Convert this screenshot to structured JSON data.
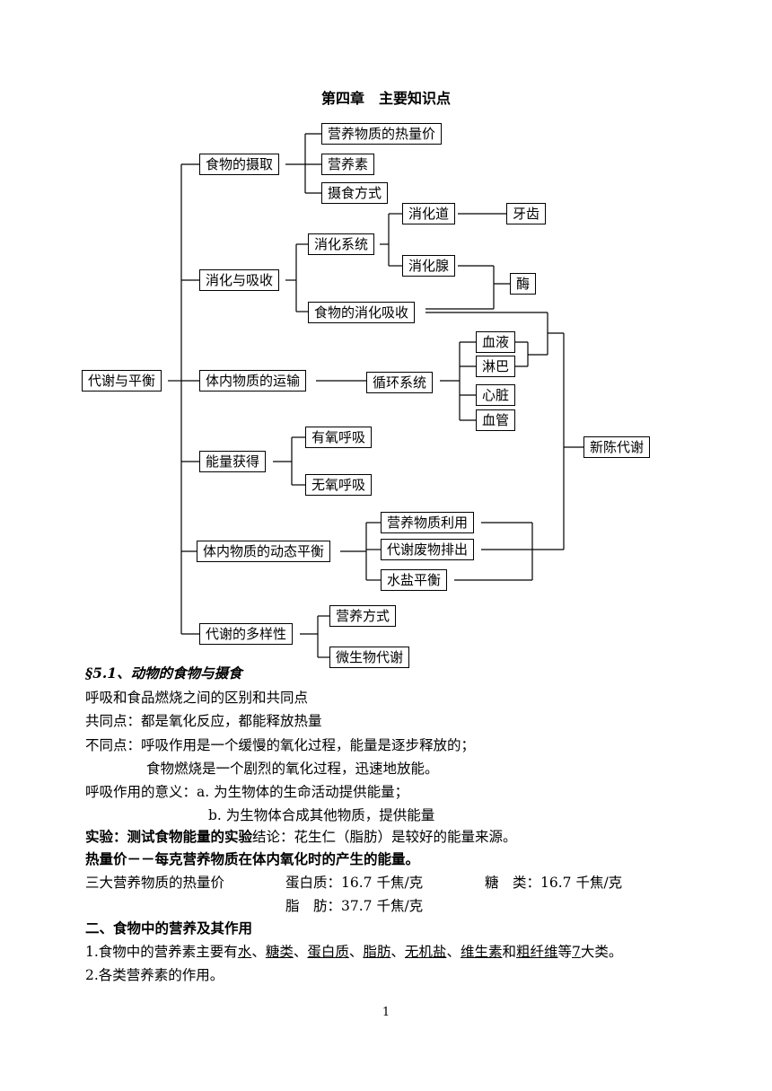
{
  "title": "第四章　主要知识点",
  "diagram": {
    "root": "代谢与平衡",
    "n_food": "食物的摄取",
    "n_heat": "营养物质的热量价",
    "n_nutr": "营养素",
    "n_feed": "摄食方式",
    "n_digest": "消化与吸收",
    "n_dsys": "消化系统",
    "n_tract": "消化道",
    "n_teeth": "牙齿",
    "n_gland": "消化腺",
    "n_enzyme": "酶",
    "n_absorb": "食物的消化吸收",
    "n_trans": "体内物质的运输",
    "n_circ": "循环系统",
    "n_blood": "血液",
    "n_lymph": "淋巴",
    "n_heart": "心脏",
    "n_vessel": "血管",
    "n_meta": "新陈代谢",
    "n_energy": "能量获得",
    "n_aer": "有氧呼吸",
    "n_anaer": "无氧呼吸",
    "n_bal": "体内物质的动态平衡",
    "n_util": "营养物质利用",
    "n_waste": "代谢废物排出",
    "n_water": "水盐平衡",
    "n_div": "代谢的多样性",
    "n_mode": "营养方式",
    "n_micro": "微生物代谢"
  },
  "text": {
    "section": "§5.1、动物的食物与摄食",
    "l1": "呼吸和食品燃烧之间的区别和共同点",
    "l2": "共同点：都是氧化反应，都能释放热量",
    "l3": "不同点：呼吸作用是一个缓慢的氧化过程，能量是逐步释放的；",
    "l4": "食物燃烧是一个剧烈的氧化过程，迅速地放能。",
    "l5": "呼吸作用的意义：a. 为生物体的生命活动提供能量；",
    "l6": "b. 为生物体合成其他物质，提供能量",
    "l7a": "实验：测试食物能量的实验",
    "l7b": "结论：花生仁（脂肪）是较好的能量来源。",
    "l8": "热量价－－每克营养物质在体内氧化时的产生的能量。",
    "l9a": "三大营养物质的热量价",
    "l9b": "蛋白质：16.7 千焦/克",
    "l9c": "糖　类：16.7 千焦/克",
    "l10": "脂　肪：37.7 千焦/克",
    "h2": "二、食物中的营养及其作用",
    "l11_pre": "1.食物中的营养素主要有",
    "w1": "水",
    "w2": "糖类",
    "w3": "蛋白质",
    "w4": "脂肪",
    "w5": "无机盐",
    "w6": "维生素",
    "w7": "粗纤维",
    "sep": "、",
    "and": "和",
    "deng": "等",
    "num7": "7",
    "dalei": "大类。",
    "l12": "2.各类营养素的作用。",
    "page": "1"
  }
}
